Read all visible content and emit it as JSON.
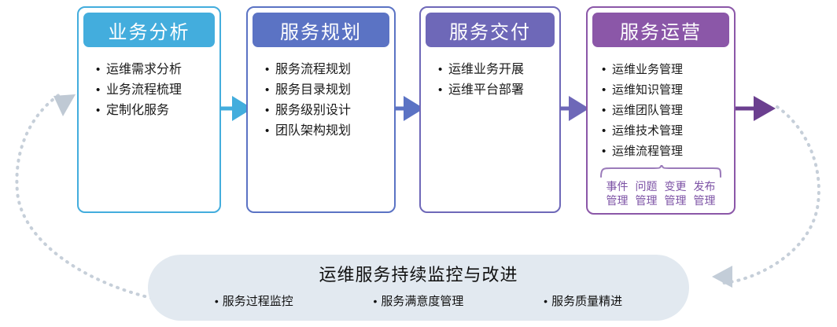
{
  "diagram": {
    "title_implicit": "",
    "colors": {
      "stage1": "#43ADDD",
      "stage2": "#5B73C4",
      "stage3": "#6E68B8",
      "stage4": "#8B57A8",
      "banner_bg": "#E2E9F0",
      "loop_dots": "#C6CFD9",
      "sub_text": "#7C52A5"
    }
  },
  "stages": [
    {
      "title": "业务分析",
      "items": [
        "运维需求分析",
        "业务流程梳理",
        "定制化服务"
      ]
    },
    {
      "title": "服务规划",
      "items": [
        "服务流程规划",
        "服务目录规划",
        "服务级别设计",
        "团队架构规划"
      ]
    },
    {
      "title": "服务交付",
      "items": [
        "运维业务开展",
        "运维平台部署"
      ]
    },
    {
      "title": "服务运营",
      "items": [
        "运维业务管理",
        "运维知识管理",
        "运维团队管理",
        "运维技术管理",
        "运维流程管理"
      ],
      "sub_items": [
        "事件\n管理",
        "问题\n管理",
        "变更\n管理",
        "发布\n管理"
      ],
      "sub_items_flat": [
        "事件管理",
        "问题管理",
        "变更管理",
        "发布管理"
      ]
    }
  ],
  "banner": {
    "title": "运维服务持续监控与改进",
    "items": [
      "服务过程监控",
      "服务满意度管理",
      "服务质量精进"
    ]
  },
  "bullet_glyph": "•",
  "icons": {
    "arrow_stage_1_2": "arrow-right-icon",
    "arrow_stage_2_3": "arrow-right-icon",
    "arrow_stage_3_4": "arrow-right-icon",
    "arrow_out": "arrow-right-icon",
    "loop_arrow_left": "arrow-up-right-icon",
    "loop_arrow_bottom": "arrow-left-icon",
    "brace": "curly-brace-icon"
  }
}
